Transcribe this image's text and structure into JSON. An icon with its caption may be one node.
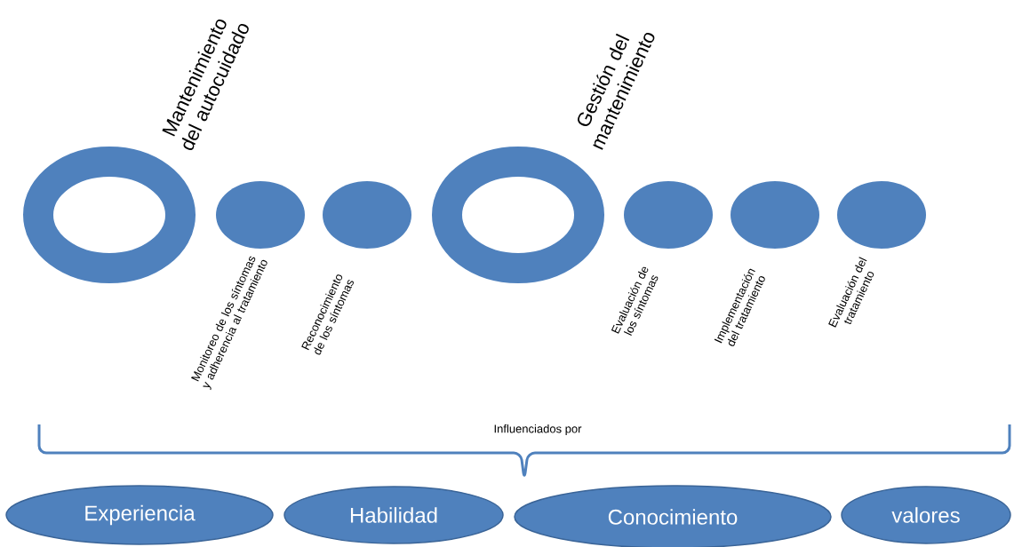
{
  "diagram": {
    "nodes": [
      {
        "text": [
          "Mantenimiento del autocuidado"
        ]
      },
      {
        "text": [],
        "shape": "circle",
        "beside": [
          "Monitoreo de los síntomas y adherencia al tratamiento"
        ]
      },
      {
        "text": [],
        "shape": "circle",
        "beside": [
          "Reconocimiento de los síntomas"
        ]
      },
      {
        "text": [
          "Gestión del mantenimiento"
        ]
      },
      {
        "text": [],
        "shape": "circle",
        "beside": [
          "Evaluación de los síntomas"
        ]
      },
      {
        "text": [],
        "shape": "circle",
        "beside": [
          "Implementación del tratamiento"
        ]
      },
      {
        "text": [],
        "shape": "circle",
        "beside": [
          "Evaluación del tratamiento"
        ]
      },
      {
        "text": [
          "Experiencia"
        ]
      },
      {
        "text": [
          "Habilidad"
        ]
      },
      {
        "text": [
          "Conocimiento"
        ]
      },
      {
        "text": [
          "valores"
        ]
      }
    ],
    "edges": [],
    "labels": [
      "Influenciados por"
    ]
  }
}
